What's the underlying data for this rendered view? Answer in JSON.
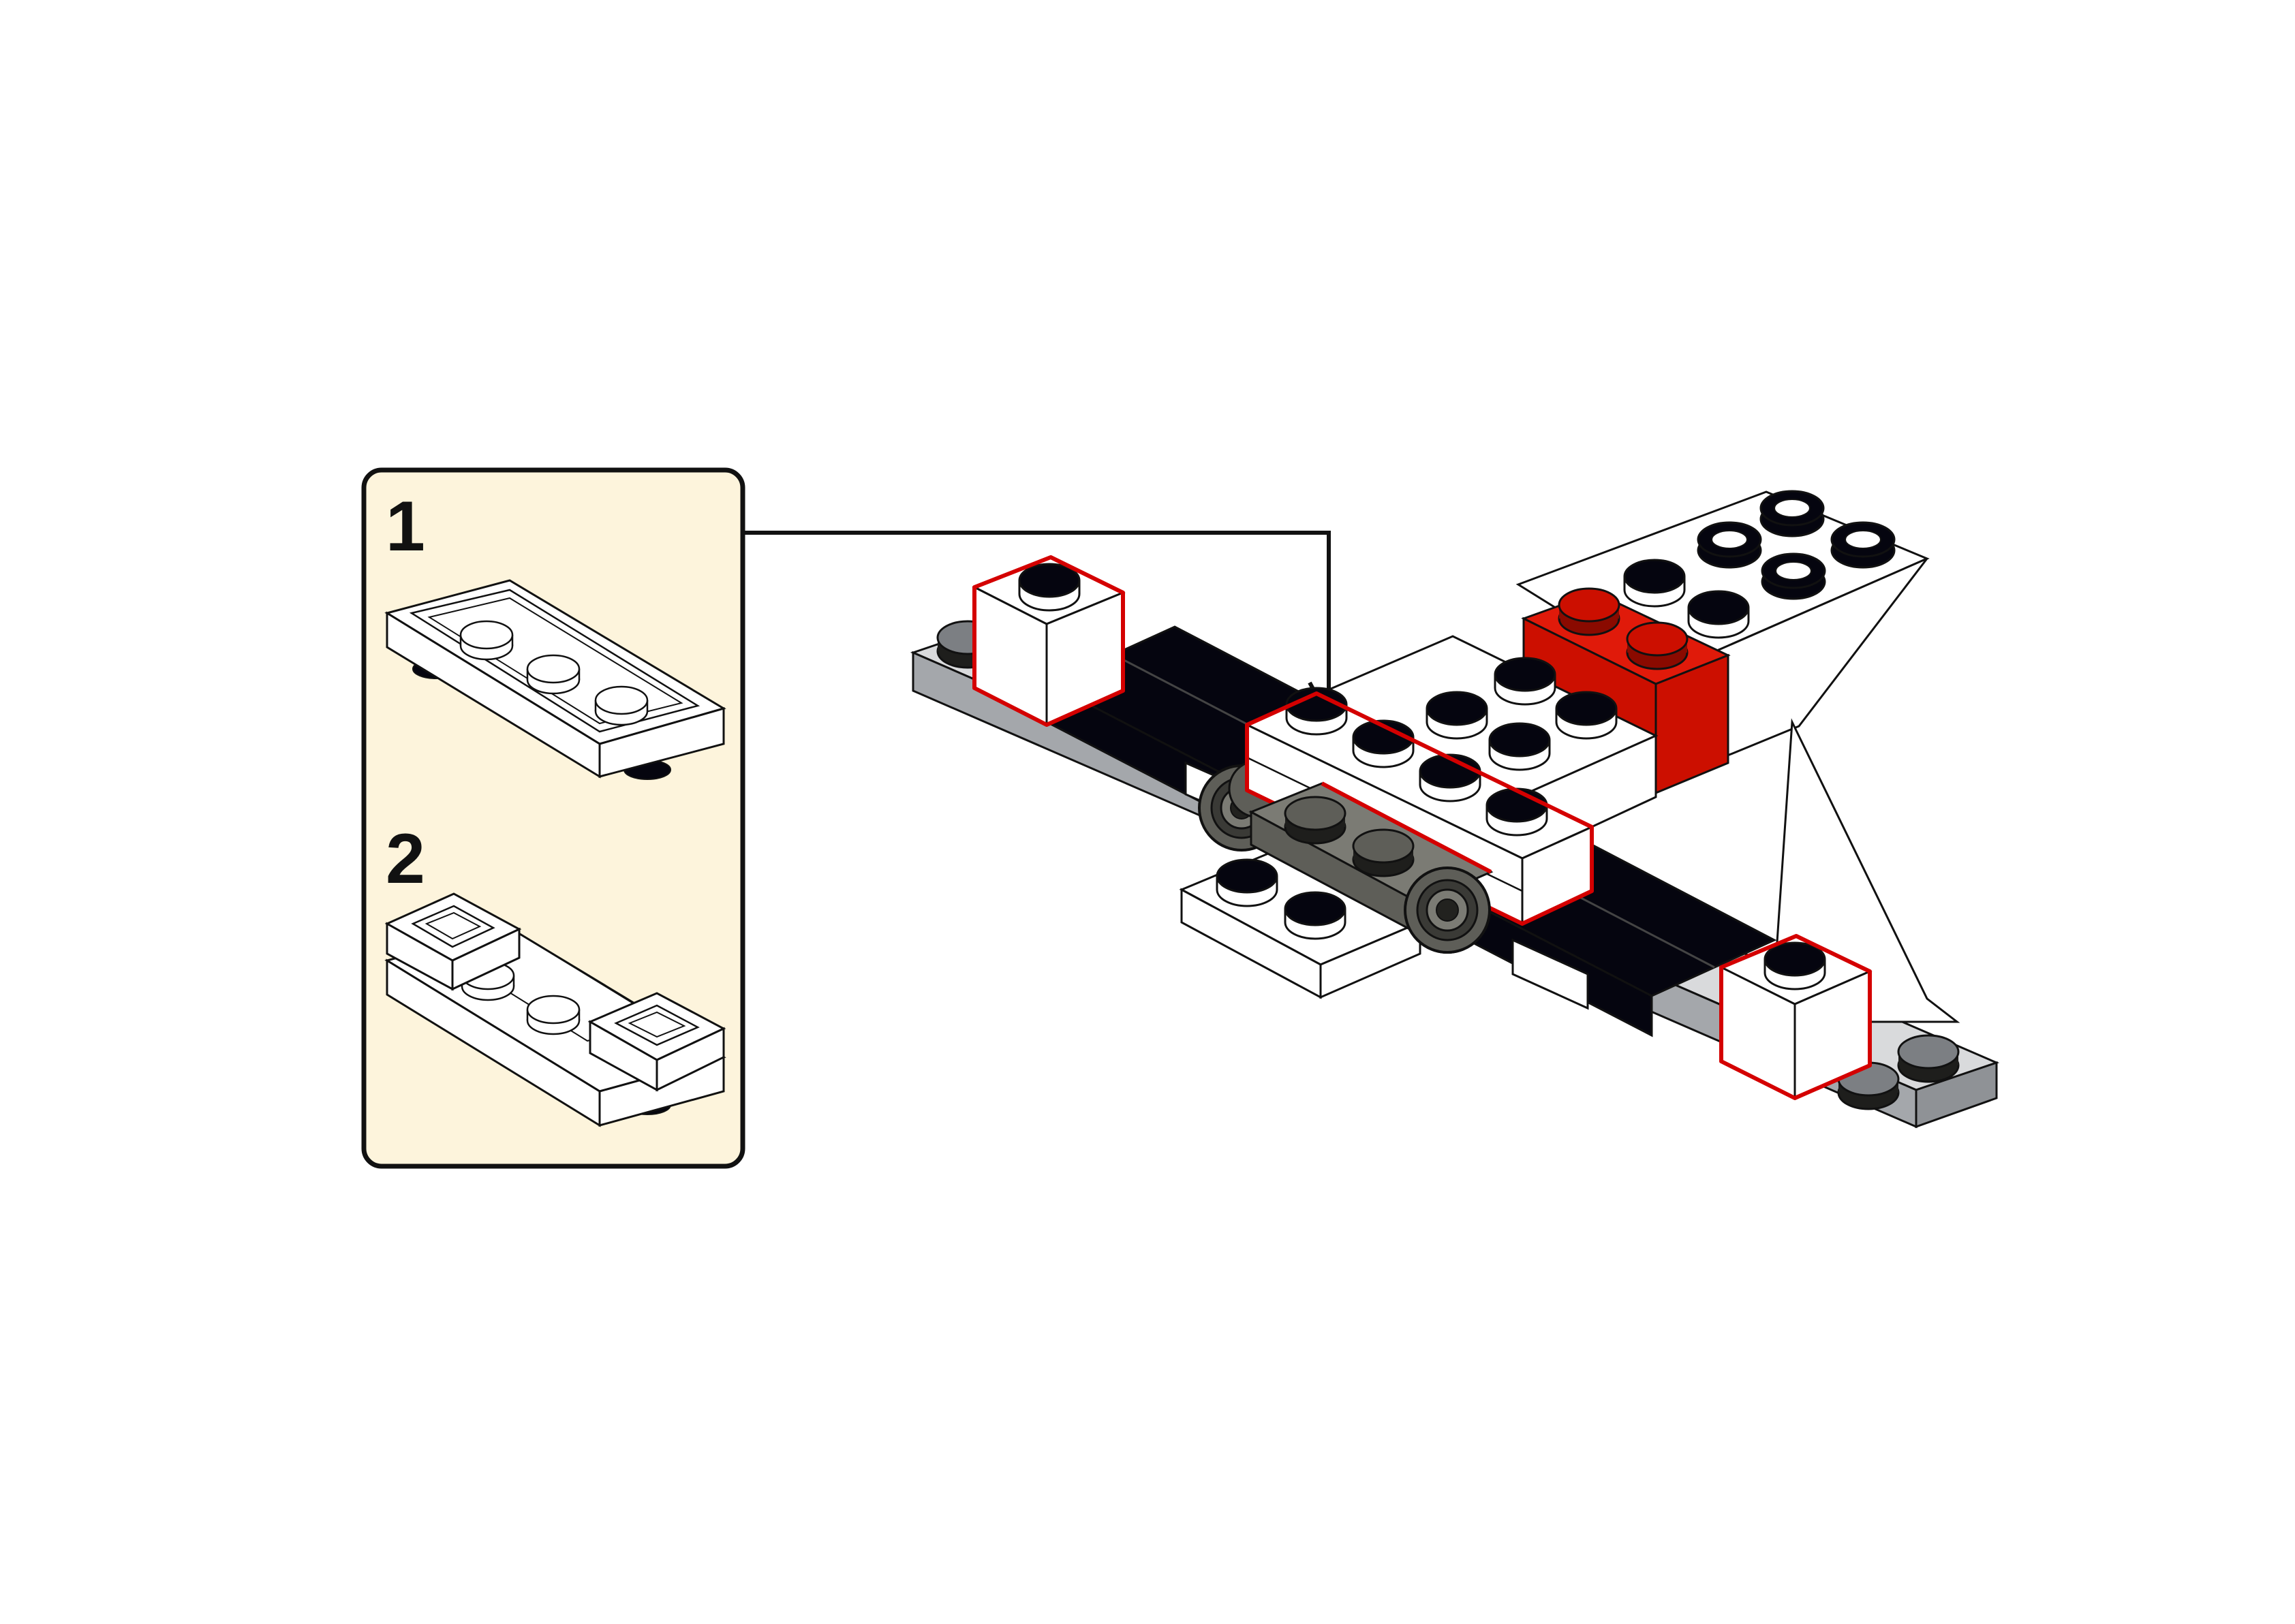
{
  "substeps": [
    {
      "number": "1",
      "caption": ""
    },
    {
      "number": "2",
      "caption": ""
    }
  ],
  "colors": {
    "callout_background": "#fdf4dc",
    "callout_border": "#111111",
    "outline_new_part": "#d40000",
    "brick_white": "#ffffff",
    "brick_red": "#cc0f00",
    "brick_black": "#05050f",
    "brick_light_gray": "#a4a7ab",
    "brick_dark_gray": "#5e5e58",
    "line": "#111111"
  },
  "icons": {
    "callout_arrow": "arrow-pointer",
    "stud": "stud-icon",
    "wheel": "wheel-icon"
  }
}
